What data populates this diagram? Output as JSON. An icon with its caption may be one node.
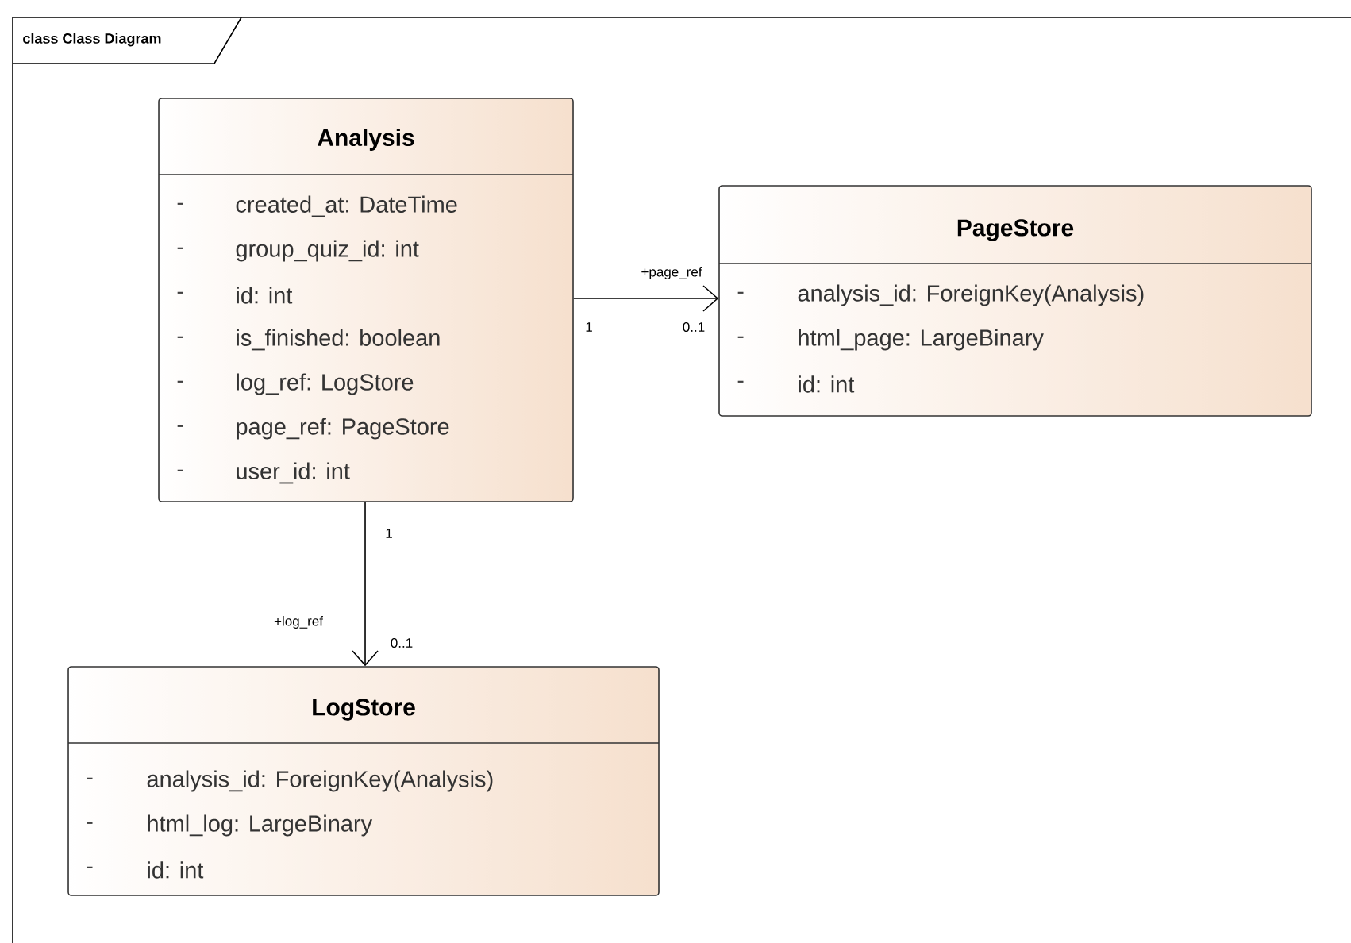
{
  "diagram": {
    "title": "class Class Diagram",
    "nodes": [
      {
        "text": [
          "Analysis",
          "-",
          "created_at: DateTime",
          "-",
          "group_quiz_id: int",
          "-",
          "id: int",
          "-",
          "is_finished: boolean",
          "-",
          "log_ref: LogStore",
          "-",
          "page_ref: PageStore",
          "-",
          "user_id: int"
        ]
      },
      {
        "text": [
          "PageStore",
          "-",
          "analysis_id: ForeignKey(Analysis)",
          "-",
          "html_page: LargeBinary",
          "-",
          "id: int"
        ]
      },
      {
        "text": [
          "LogStore",
          "-",
          "analysis_id: ForeignKey(Analysis)",
          "-",
          "html_log: LargeBinary",
          "-",
          "id: int"
        ]
      }
    ],
    "edges": [
      {
        "from": 0,
        "to": 1,
        "arrow": "to",
        "label": "+page_ref"
      },
      {
        "from": 0,
        "to": 2,
        "arrow": "to",
        "label": "+log_ref"
      }
    ],
    "labels": [
      "1",
      "0..1",
      "1",
      "0..1"
    ]
  }
}
